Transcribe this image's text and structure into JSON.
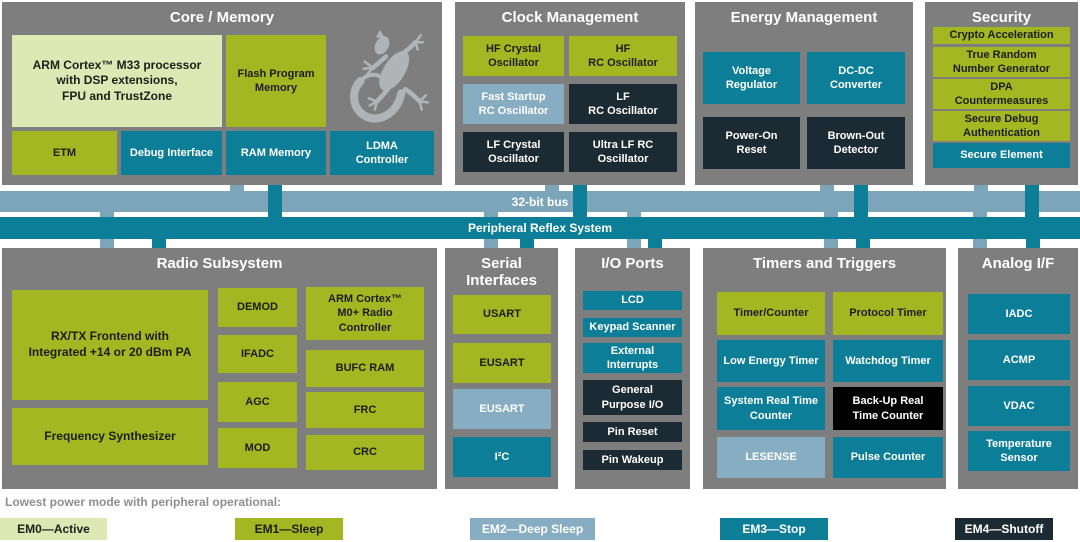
{
  "sections": {
    "core": {
      "title": "Core / Memory",
      "blocks": {
        "arm": "ARM Cortex™ M33 processor\nwith DSP extensions,\nFPU and TrustZone",
        "flash": "Flash Program\nMemory",
        "etm": "ETM",
        "debug": "Debug Interface",
        "ram": "RAM Memory",
        "ldma": "LDMA\nController"
      }
    },
    "clock": {
      "title": "Clock Management",
      "blocks": {
        "hfxo": "HF Crystal\nOscillator",
        "hfrco": "HF\nRC Oscillator",
        "fsrco": "Fast Startup\nRC Oscillator",
        "lfrco": "LF\nRC Oscillator",
        "lfxo": "LF Crystal\nOscillator",
        "ulfrco": "Ultra LF RC\nOscillator"
      }
    },
    "energy": {
      "title": "Energy Management",
      "blocks": {
        "vreg": "Voltage\nRegulator",
        "dcdc": "DC-DC\nConverter",
        "por": "Power-On\nReset",
        "bod": "Brown-Out\nDetector"
      }
    },
    "security": {
      "title": "Security",
      "blocks": {
        "crypto": "Crypto Acceleration",
        "trng": "True Random\nNumber Generator",
        "dpa": "DPA\nCountermeasures",
        "sda": "Secure Debug\nAuthentication",
        "se": "Secure Element"
      }
    },
    "radio": {
      "title": "Radio Subsystem",
      "blocks": {
        "rxtx": "RX/TX Frontend with\nIntegrated +14 or 20 dBm PA",
        "fsynth": "Frequency Synthesizer",
        "demod": "DEMOD",
        "ifadc": "IFADC",
        "agc": "AGC",
        "mod": "MOD",
        "m0": "ARM Cortex™\nM0+ Radio\nController",
        "bufc": "BUFC RAM",
        "frc": "FRC",
        "crc": "CRC"
      }
    },
    "serial": {
      "title": "Serial\nInterfaces",
      "blocks": {
        "usart": "USART",
        "eusart1": "EUSART",
        "eusart2": "EUSART",
        "i2c": "I²C"
      }
    },
    "io": {
      "title": "I/O Ports",
      "blocks": {
        "lcd": "LCD",
        "keypad": "Keypad Scanner",
        "extint": "External\nInterrupts",
        "gpio": "General\nPurpose I/O",
        "pinreset": "Pin Reset",
        "pinwakeup": "Pin Wakeup"
      }
    },
    "timers": {
      "title": "Timers and Triggers",
      "blocks": {
        "tc": "Timer/Counter",
        "pt": "Protocol Timer",
        "letimer": "Low Energy Timer",
        "wdt": "Watchdog Timer",
        "srtc": "System Real Time\nCounter",
        "burtc": "Back-Up Real\nTime Counter",
        "lesense": "LESENSE",
        "pcnt": "Pulse Counter"
      }
    },
    "analog": {
      "title": "Analog I/F",
      "blocks": {
        "iadc": "IADC",
        "acmp": "ACMP",
        "vdac": "VDAC",
        "temp": "Temperature\nSensor"
      }
    }
  },
  "buses": {
    "bus32": "32-bit bus",
    "prs": "Peripheral Reflex System"
  },
  "legend": {
    "caption": "Lowest power mode with peripheral operational:",
    "items": [
      {
        "label": "EM0—Active"
      },
      {
        "label": "EM1—Sleep"
      },
      {
        "label": "EM2—Deep Sleep"
      },
      {
        "label": "EM3—Stop"
      },
      {
        "label": "EM4—Shutoff"
      }
    ]
  },
  "icons": {
    "gecko": "gecko-logo"
  },
  "colors": {
    "panel_gray": "#7e7e7e",
    "em0_active": "#dee8b4",
    "em1_sleep": "#a3b723",
    "em2_deep_sleep": "#86adc1",
    "em3_stop": "#0c7e98",
    "em4_shutoff": "#1b2a33",
    "backup_rtc_black": "#020202",
    "bus_32bit": "#7ca5b9",
    "bus_prs": "#0c7e98",
    "gecko_gray": "#b0b4b6"
  }
}
